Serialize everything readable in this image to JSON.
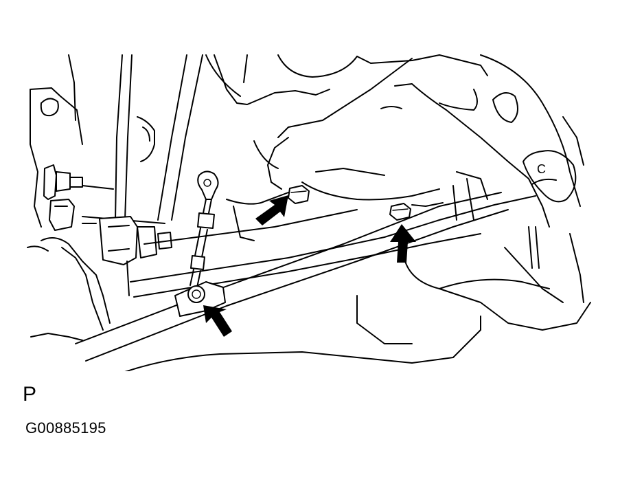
{
  "diagram": {
    "corner_letter": "P",
    "figure_id": "G00885195",
    "part_label": "C",
    "arrows": [
      {
        "name": "arrow-upper-left-nut",
        "target": "nut"
      },
      {
        "name": "arrow-right-nut",
        "target": "nut"
      },
      {
        "name": "arrow-link-bolt",
        "target": "bolt"
      }
    ]
  }
}
